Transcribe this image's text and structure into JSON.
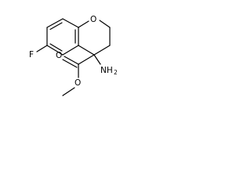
{
  "molecule": {
    "atoms": {
      "ring_oxygen": "O",
      "fluorine": "F",
      "amine": "NH",
      "amine_subscript": "2",
      "carbonyl_oxygen": "O",
      "ester_oxygen": "O"
    }
  }
}
